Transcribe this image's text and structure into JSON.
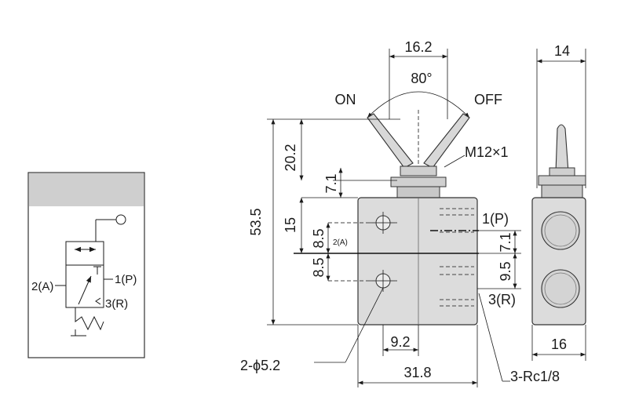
{
  "symbol": {
    "port_a": "2(A)",
    "port_p": "1(P)",
    "port_r": "3(R)"
  },
  "front": {
    "width_top": "16.2",
    "angle": "80°",
    "on": "ON",
    "off": "OFF",
    "thread": "M12×1",
    "h_total": "53.5",
    "h_lever": "20.2",
    "h_nut": "7.1",
    "h_upper": "15",
    "h_a1": "8.5",
    "h_a2": "8.5",
    "port_a": "2(A)",
    "port_p": "1(P)",
    "h_p": "7.1",
    "h_r": "9.5",
    "port_r": "3(R)",
    "w_half": "9.2",
    "w_body": "31.8",
    "holes": "2-ϕ5.2",
    "ports": "3-Rc1/8"
  },
  "side": {
    "width_top": "14",
    "width_body": "16"
  }
}
